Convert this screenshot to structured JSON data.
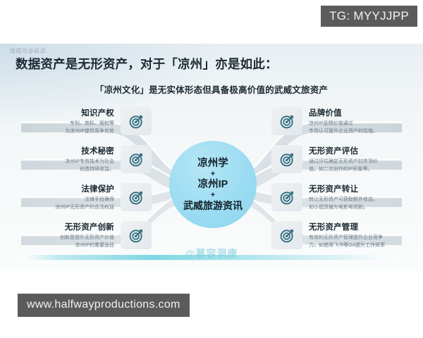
{
  "overlays": {
    "tg_tag": "TG: MYYJJPP",
    "url_tag": "www.halfwayproductions.com"
  },
  "infographic": {
    "source_watermark": "搜狐号@前凉",
    "headline": "数据资产是无形资产，对于「凉州」亦是如此：",
    "subheadline": "「凉州文化」是无实体形态但具备极高价值的武威文旅资产",
    "author_watermark": "@慕容洞唐",
    "center": {
      "line1": "凉州学",
      "plus1": "+",
      "line2": "凉州IP",
      "plus2": "+",
      "line3": "武威旅游资讯"
    },
    "left_items": [
      {
        "title": "知识产权",
        "desc": "专利、商标、版权等\n为凉州IP提供竞争优势",
        "icon": "target-icon"
      },
      {
        "title": "技术秘密",
        "desc": "凉州IP专有技术为社会\n创造持续收益。",
        "icon": "target-icon"
      },
      {
        "title": "法律保护",
        "desc": "法律手段确保\n凉州IP无形资产的合法权益",
        "icon": "target-icon"
      },
      {
        "title": "无形资产创新",
        "desc": "创新是提升无形资产价值\n凉州IP的重要途径",
        "icon": "target-icon"
      }
    ],
    "right_items": [
      {
        "title": "品牌价值",
        "desc": "凉州IP品牌价值通过\n市场认可提升企业资产的估值。",
        "icon": "target-icon"
      },
      {
        "title": "无形资产评估",
        "desc": "通过评估确定无形资产的市场价\n值。如二次创作的IP形象等。",
        "icon": "target-icon"
      },
      {
        "title": "无形资产转让",
        "desc": "转让无形资产可获取额外收益。\n如小说改编为电影电视剧。",
        "icon": "target-icon"
      },
      {
        "title": "无形资产管理",
        "desc": "有效的无形资产管理提升企业竞争\n力。如使用飞书等OA提升工作效率",
        "icon": "target-icon"
      }
    ],
    "colors": {
      "center_circle": "#9bdcf2",
      "icon_accent": "#2f6d7f",
      "heading_text": "#1d2a33",
      "desc_text": "#6a7a84",
      "tag_bg": "#5b5b5b",
      "strip_cyan": "#67d3e0"
    }
  }
}
